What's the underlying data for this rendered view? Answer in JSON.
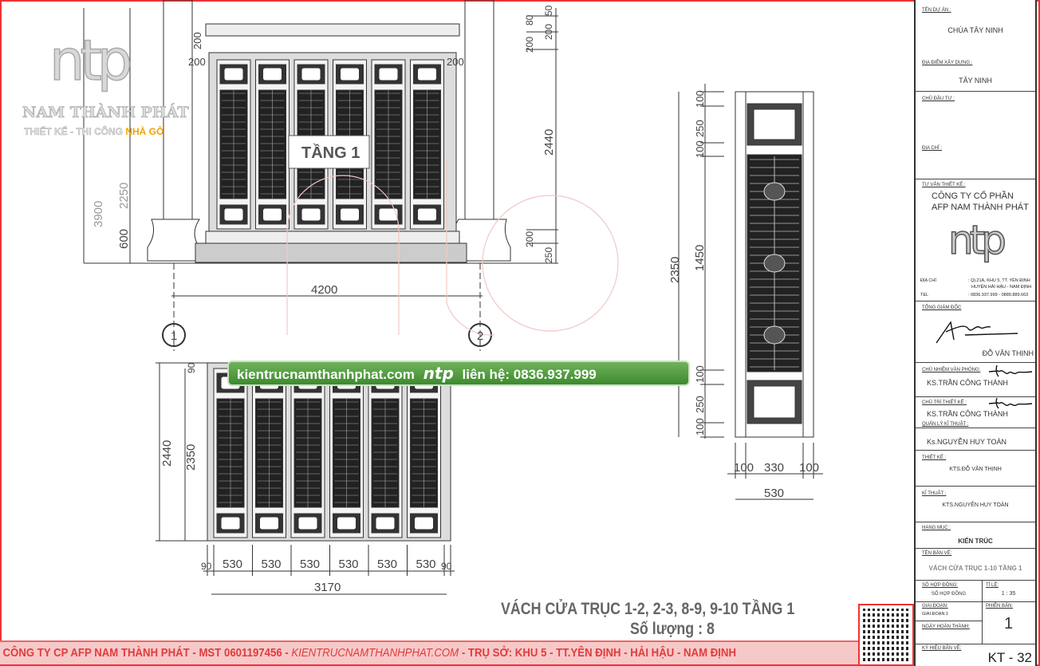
{
  "watermark": {
    "logo": "ntp",
    "name": "NAM THÀNH PHÁT",
    "tagline": "THIẾT KẾ - THI CÔNG",
    "tagline_accent": "NHÀ GỖ"
  },
  "elevation_top": {
    "label": "TẦNG 1",
    "dims": {
      "width": "4200",
      "height_total": "3900",
      "height_upper": "2250",
      "base": "600",
      "right_total": "2440",
      "side_200_a": "200",
      "side_200_b": "200",
      "top_200": "200",
      "top_80": "80",
      "top_200b": "200",
      "bottom_200": "200",
      "bottom_250": "250",
      "top_50": "50"
    },
    "axes": [
      "1",
      "2"
    ]
  },
  "elevation_bottom": {
    "dims": {
      "h_2440": "2440",
      "h_2350": "2350",
      "top_90": "90",
      "w_edge": "90",
      "panel": "530",
      "total": "3170"
    }
  },
  "side_detail": {
    "dims": {
      "d100a": "100",
      "d250a": "250",
      "d100b": "100",
      "d1450": "1450",
      "d100c": "100",
      "d250b": "250",
      "d100d": "100",
      "total": "2350",
      "w100a": "100",
      "w330": "330",
      "w100b": "100",
      "w530": "530"
    }
  },
  "banner": {
    "site": "kientrucnamthanhphat.com",
    "logo": "ntp",
    "contact": "liên hệ: 0836.937.999"
  },
  "drawing_title": "VÁCH CỬA TRỤC 1-2, 2-3,  8-9, 9-10 TẦNG 1",
  "quantity": "Số lượng : 8",
  "footer": {
    "left": "CÔNG TY CP AFP NAM THÀNH PHÁT - MST 0601197456 - ",
    "site": "KIENTRUCNAMTHANHPHAT.COM",
    "right": " - TRỤ SỞ: KHU 5 - TT.YÊN ĐỊNH - HẢI HẬU - NAM ĐỊNH"
  },
  "title_block": {
    "project_label": "TÊN DỰ ÁN :",
    "project": "CHÙA TÂY NINH",
    "location_label": "ĐỊA ĐIỂM XÂY DỰNG :",
    "location": "TÂY NINH",
    "investor_label": "CHỦ ĐẦU TƯ :",
    "address_label": "ĐỊA CHỈ :",
    "consultant_label": "TƯ VẤN THIẾT KẾ :",
    "company_1": "CÔNG TY CỔ PHẦN",
    "company_2": "AFP NAM THÀNH PHÁT",
    "logo": "ntp",
    "addr_key": "ĐỊA CHỈ",
    "addr_1": ": QL21A, KHU 5, TT. YÊN ĐỊNH",
    "addr_2": "HUYỆN HẢI HẬU - NAM ĐỊNH",
    "tel_key": "TEL",
    "tel": ":   0836.937.999 - 0889.889.663",
    "director_label": "TỔNG GIÁM ĐỐC",
    "director": "ĐỖ VĂN THỊNH",
    "office_head_label": "CHỦ NHIỆM VĂN PHÒNG:",
    "office_head": "KS.TRẦN CÔNG THÀNH",
    "design_lead_label": "CHỦ TRÌ THIẾT KẾ :",
    "design_lead": "KS.TRẦN CÔNG THÀNH",
    "tech_mgr_label": "QUẢN LÝ KĨ THUẬT :",
    "tech_mgr": "Ks.NGUYỄN HUY TOÀN",
    "designer_label": "THIẾT KẾ :",
    "designer": "KTS.ĐỖ VĂN THỊNH",
    "tech_label": "KĨ THUẬT :",
    "tech": "KTS.NGUYỄN HUY TOÀN",
    "category_label": "HẠNG MỤC :",
    "category": "KIẾN TRÚC",
    "sheet_name_label": "TÊN BẢN VẼ:",
    "sheet_name": "VÁCH CỬA TRỤC 1-10 TẦNG 1",
    "contract_label": "SỐ HỢP ĐỒNG:",
    "contract": "SỐ HỢP ĐỒNG",
    "scale_label": "TỈ LỆ:",
    "scale": "1 : 35",
    "phase_label": "GIAI ĐOẠN:",
    "phase": "GIAI ĐOẠN 1",
    "version_label": "PHIÊN BẢN:",
    "version": "1",
    "completion_label": "NGÀY HOÀN THÀNH:",
    "sheet_code_label": "KÝ HIỆU BẢN VẼ:",
    "sheet_code": "KT - 32"
  }
}
